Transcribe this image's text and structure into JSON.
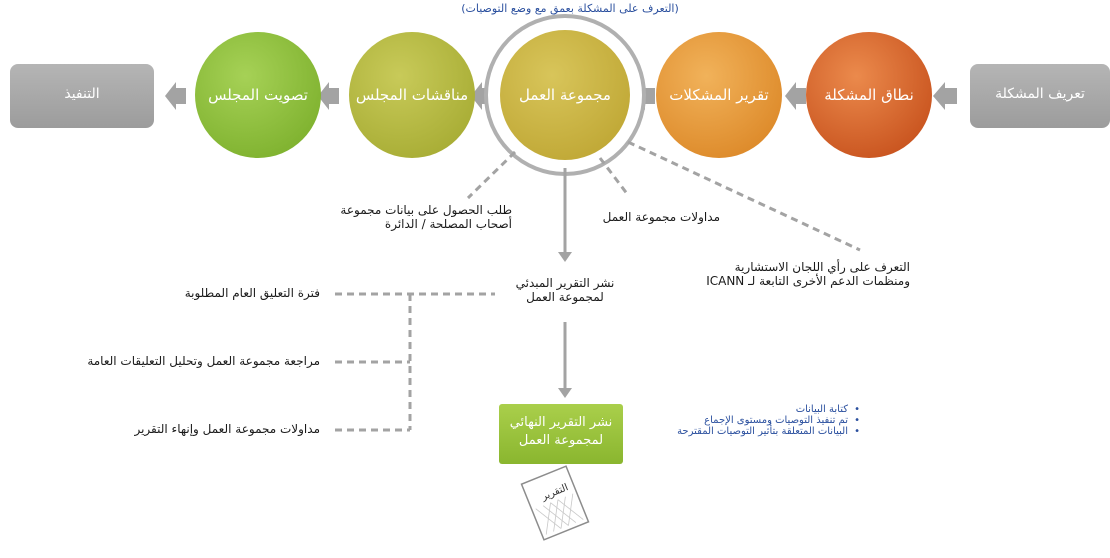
{
  "top_note": "(التعرف على المشكلة بعمق مع وضع التوصيات)",
  "start_box": "تعريف المشكلة",
  "end_box": "التنفيذ",
  "stages": [
    {
      "label": "نطاق المشكلة"
    },
    {
      "label": "تقرير المشكلات"
    },
    {
      "label": "مجموعة العمل"
    },
    {
      "label": "مناقشات المجلس"
    },
    {
      "label": "تصويت المجلس"
    }
  ],
  "inputs": {
    "stakeholder_data": [
      "طلب الحصول على بيانات مجموعة",
      "أصحاب المصلحة / الدائرة"
    ],
    "wg_deliberations": "مداولات مجموعة العمل",
    "ac_input": [
      "التعرف على رأي اللجان الاستشارية",
      "ومنظمات الدعم الأخرى التابعة لـ ICANN"
    ]
  },
  "initial_report": [
    "نشر التقرير المبدئي",
    "لمجموعة العمل"
  ],
  "comment_steps": [
    "فترة التعليق العام المطلوبة",
    "مراجعة مجموعة العمل وتحليل التعليقات العامة",
    "مداولات مجموعة العمل وإنهاء التقرير"
  ],
  "final_report": [
    "نشر التقرير النهائي",
    "لمجموعة العمل"
  ],
  "report_doc_label": "التقرير",
  "final_report_contents": [
    "كتابة البيانات",
    "تم تنفيذ التوصيات ومستوى الإجماع",
    "البيانات المتعلقة بتأثير التوصيات المقترحة"
  ],
  "colors": {
    "grey_box": "#a8a8a8",
    "scope": "#d4622a",
    "issue_report": "#e69a3a",
    "working_group": "#c9b33f",
    "council_discussion": "#b4b93f",
    "council_vote": "#8fbf3c",
    "final_box": "#9cc33b",
    "connector": "#a3a3a3",
    "bullet_text": "#2a4f9e"
  }
}
